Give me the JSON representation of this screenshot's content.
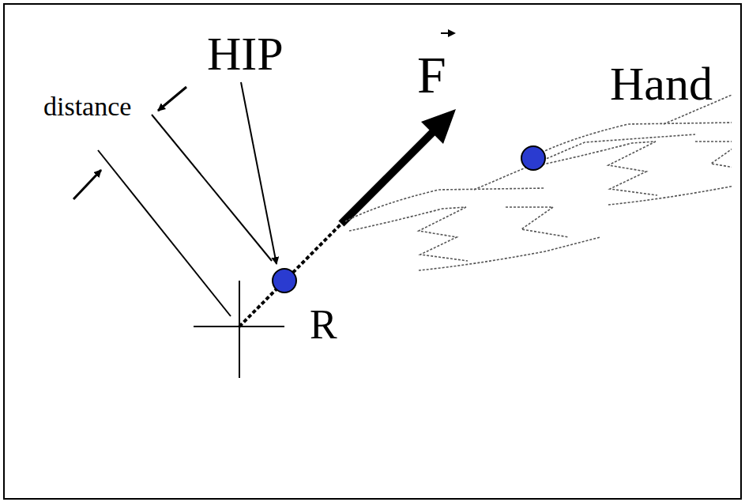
{
  "diagram": {
    "nodes": [
      {
        "text": [
          "R"
        ]
      }
    ],
    "labels": [
      "HIP",
      "distance",
      "F",
      "Hand"
    ]
  }
}
